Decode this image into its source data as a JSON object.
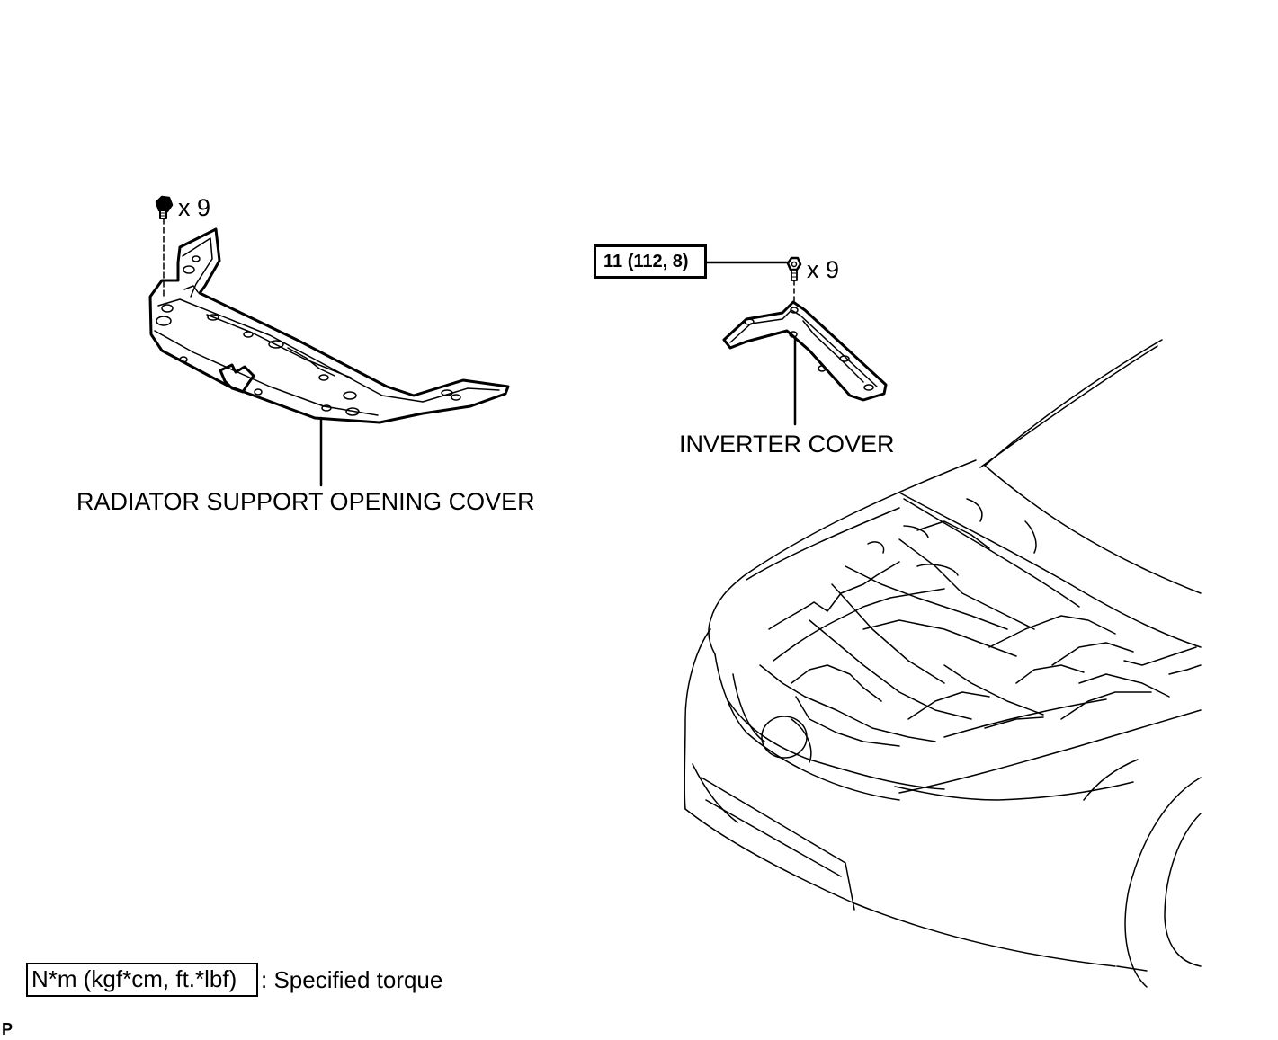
{
  "diagram": {
    "radiator_cover": {
      "label": "RADIATOR SUPPORT OPENING COVER",
      "fastener_qty": "x 9"
    },
    "inverter_cover": {
      "label": "INVERTER COVER",
      "fastener_qty": "x 9",
      "torque": "11 (112, 8)"
    },
    "legend": {
      "box_text": "N*m (kgf*cm, ft.*lbf)",
      "description": ": Specified torque"
    },
    "corner_code": "P"
  }
}
